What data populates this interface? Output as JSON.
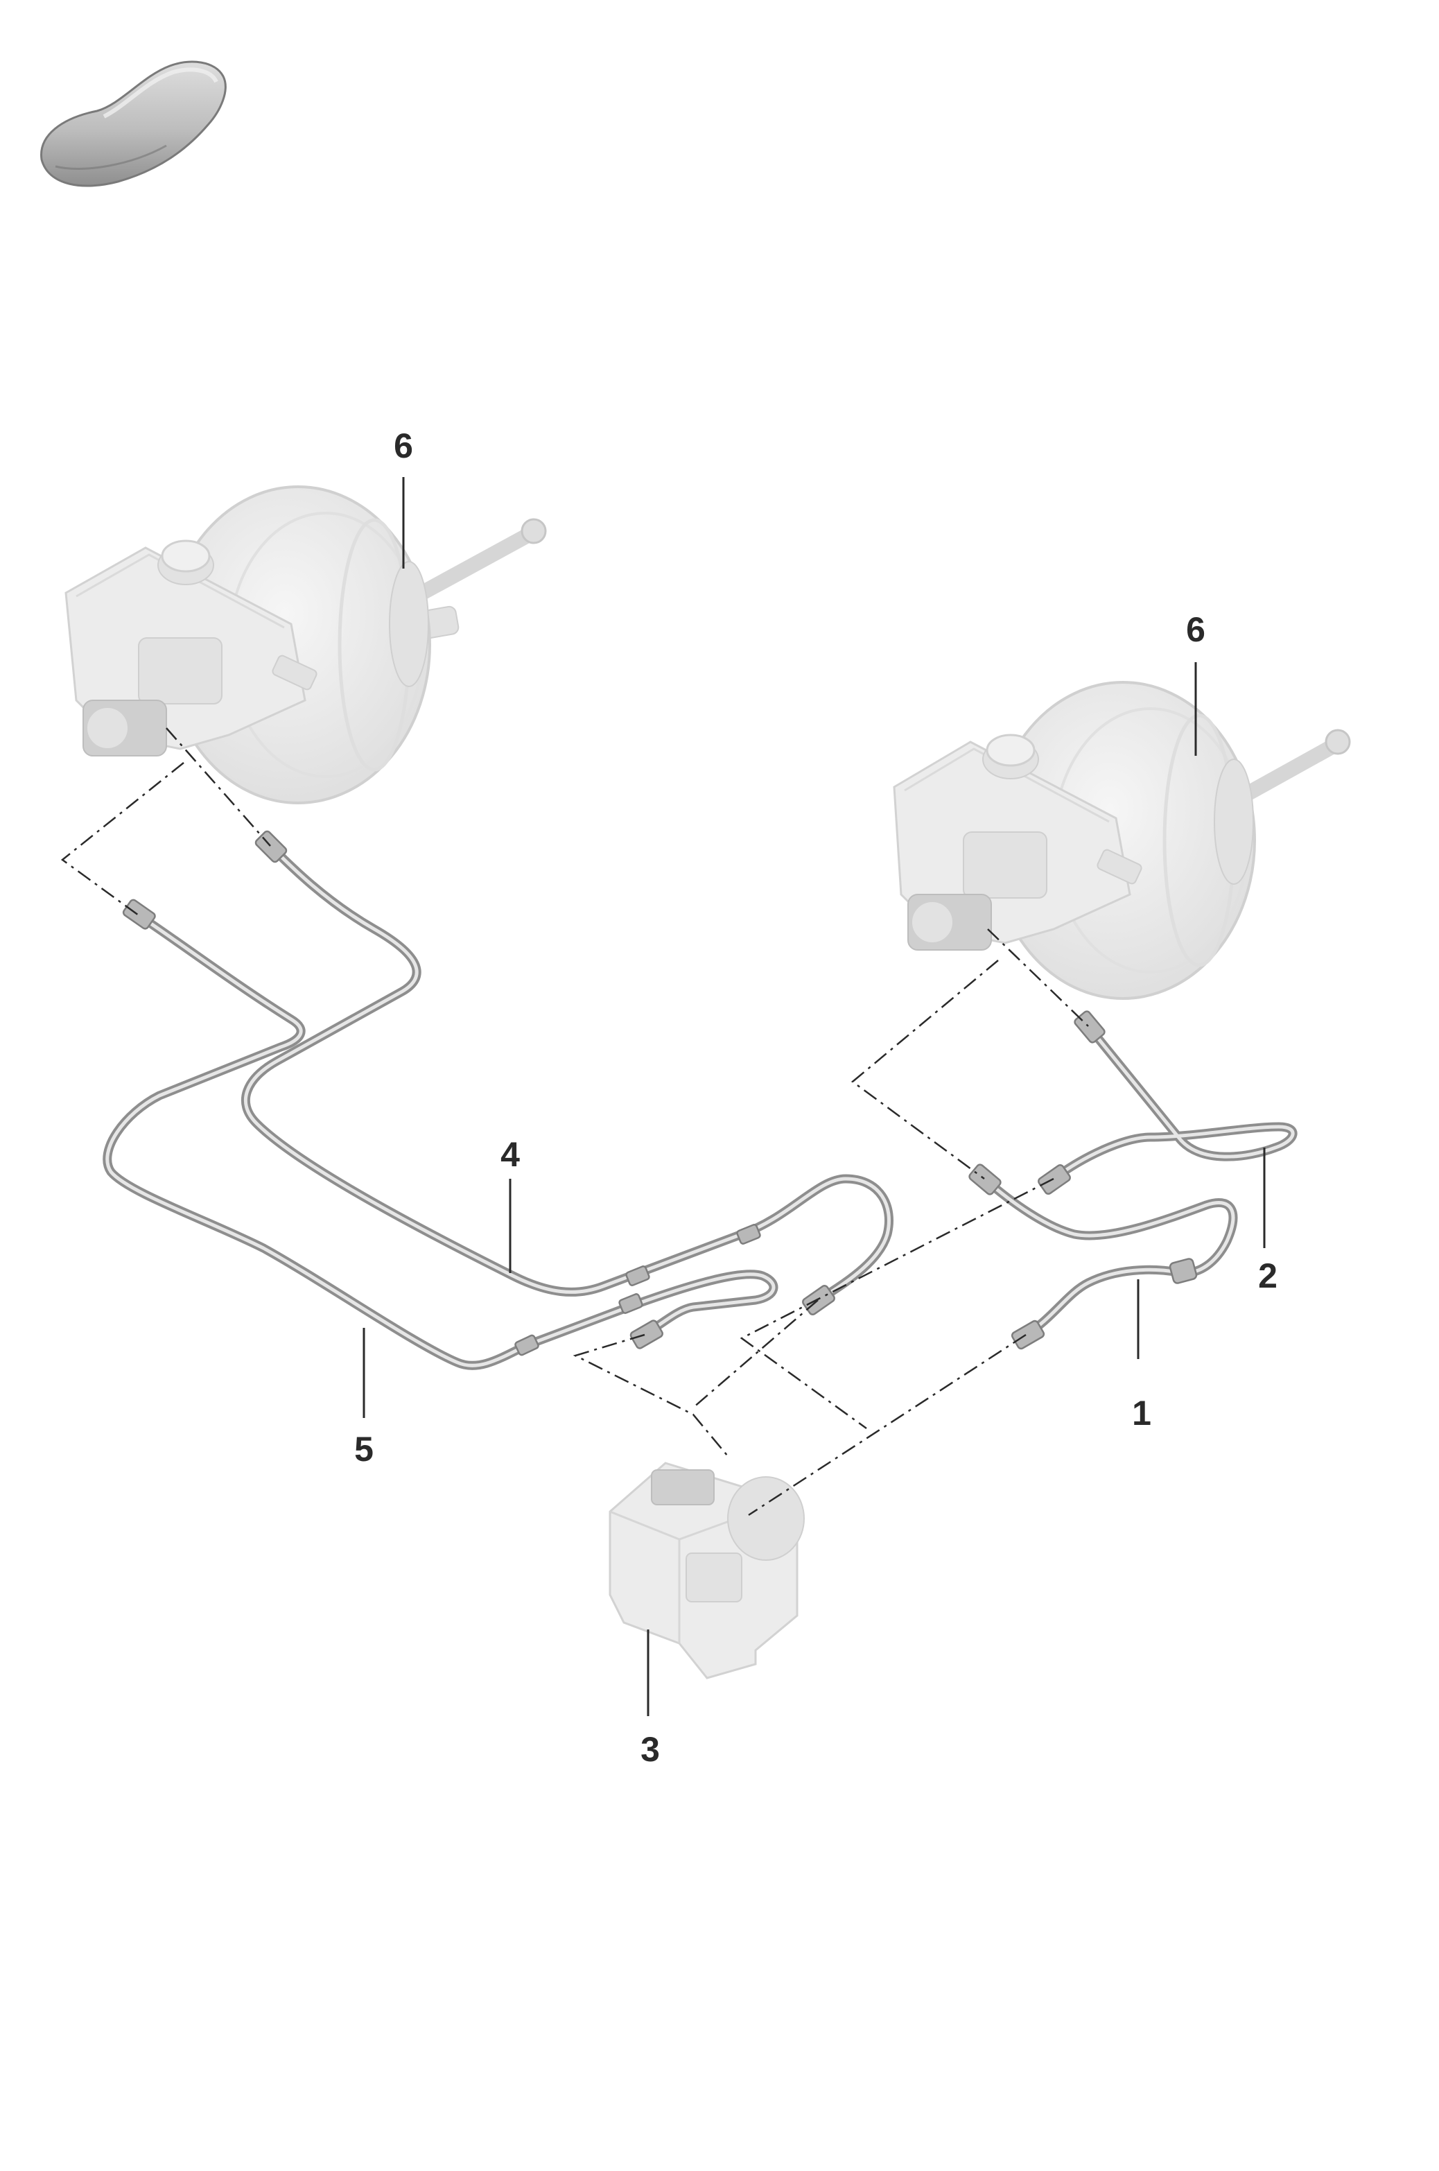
{
  "callouts": [
    {
      "id": "1",
      "label": "1"
    },
    {
      "id": "2",
      "label": "2"
    },
    {
      "id": "3",
      "label": "3"
    },
    {
      "id": "4",
      "label": "4"
    },
    {
      "id": "5",
      "label": "5"
    },
    {
      "id": "6a",
      "label": "6"
    },
    {
      "id": "6b",
      "label": "6"
    }
  ],
  "icons": {
    "vehicle": "car-silhouette-icon"
  },
  "colors": {
    "part_fill": "#ececec",
    "pipe": "#8e8e8e",
    "text": "#2a2a2a"
  }
}
